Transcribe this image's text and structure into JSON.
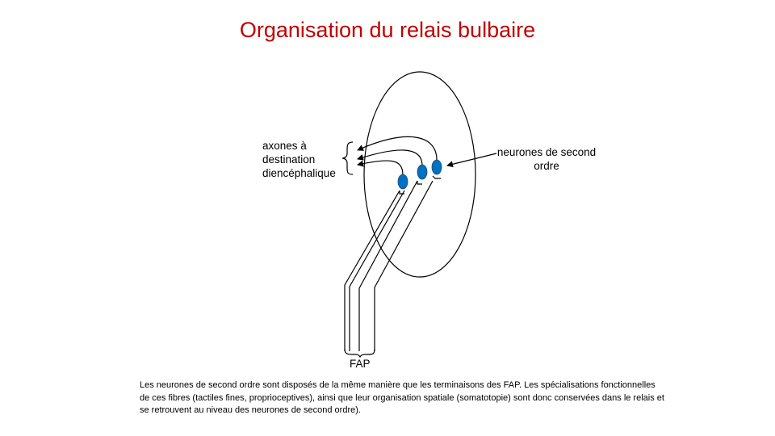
{
  "slide": {
    "title": "Organisation du relais bulbaire",
    "title_color": "#c00000"
  },
  "diagram": {
    "axon_label_lines": [
      "axones à",
      "destination",
      "diencéphalique"
    ],
    "neuron_label": "neurones de second ordre",
    "fap_label": "FAP",
    "neuron_count": 3,
    "neuron_color": "#0070c0"
  },
  "caption": "Les neurones de second ordre sont disposés de la même manière que les terminaisons des FAP. Les spécialisations fonctionnelles de ces fibres (tactiles fines, proprioceptives), ainsi que leur organisation spatiale (somatotopie) sont donc conservées dans le relais et se retrouvent au niveau des neurones de second ordre)."
}
